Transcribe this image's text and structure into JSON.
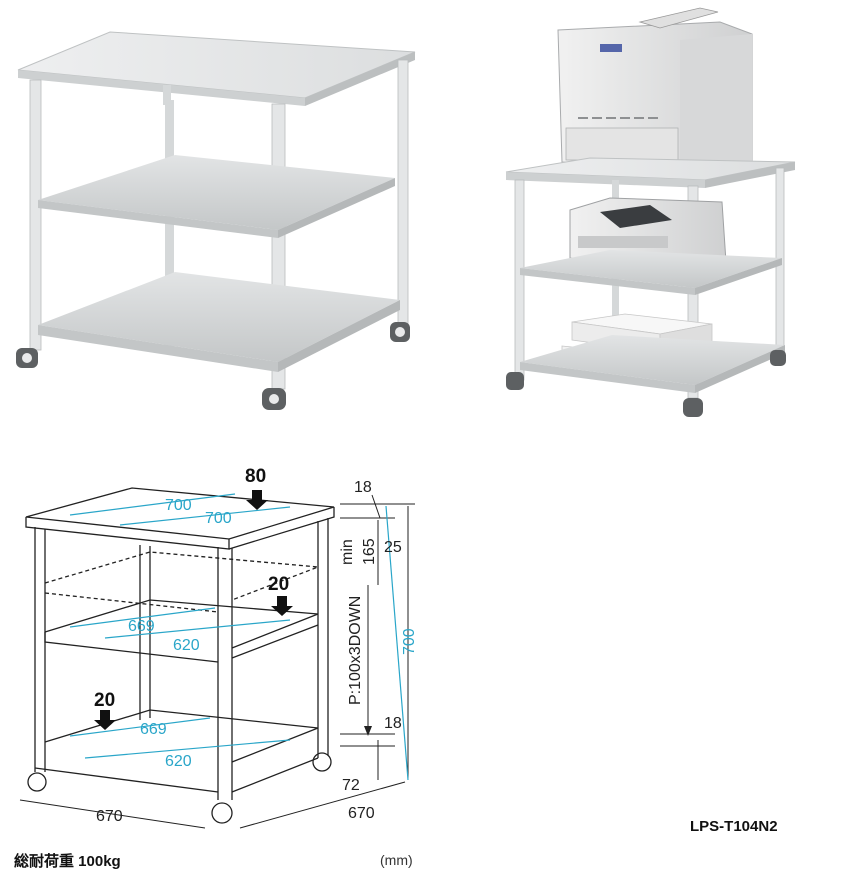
{
  "diagram": {
    "top_loads": {
      "top": "80",
      "middle": "20",
      "bottom": "20"
    },
    "top_width": "700",
    "top_depth": "700",
    "shelf_mid_width": "669",
    "shelf_mid_depth": "620",
    "shelf_bot_width": "669",
    "shelf_bot_depth": "620",
    "base_width": "670",
    "base_depth": "670",
    "height_total": "700",
    "top_thickness": "18",
    "top_gap": "25",
    "min_gap": "165",
    "min_label": "min",
    "pitch_label": "P:100x3DOWN",
    "bottom_thickness": "18",
    "caster_height": "72"
  },
  "footer": {
    "model": "LPS-T104N2",
    "total_load": "総耐荷重 100kg",
    "unit": "(mm)"
  },
  "colors": {
    "frame": "#e7e9ea",
    "frame_shade": "#c9cccd",
    "shelf": "#d8dadb",
    "dimension": "#2aa6c9",
    "line": "#222222"
  }
}
